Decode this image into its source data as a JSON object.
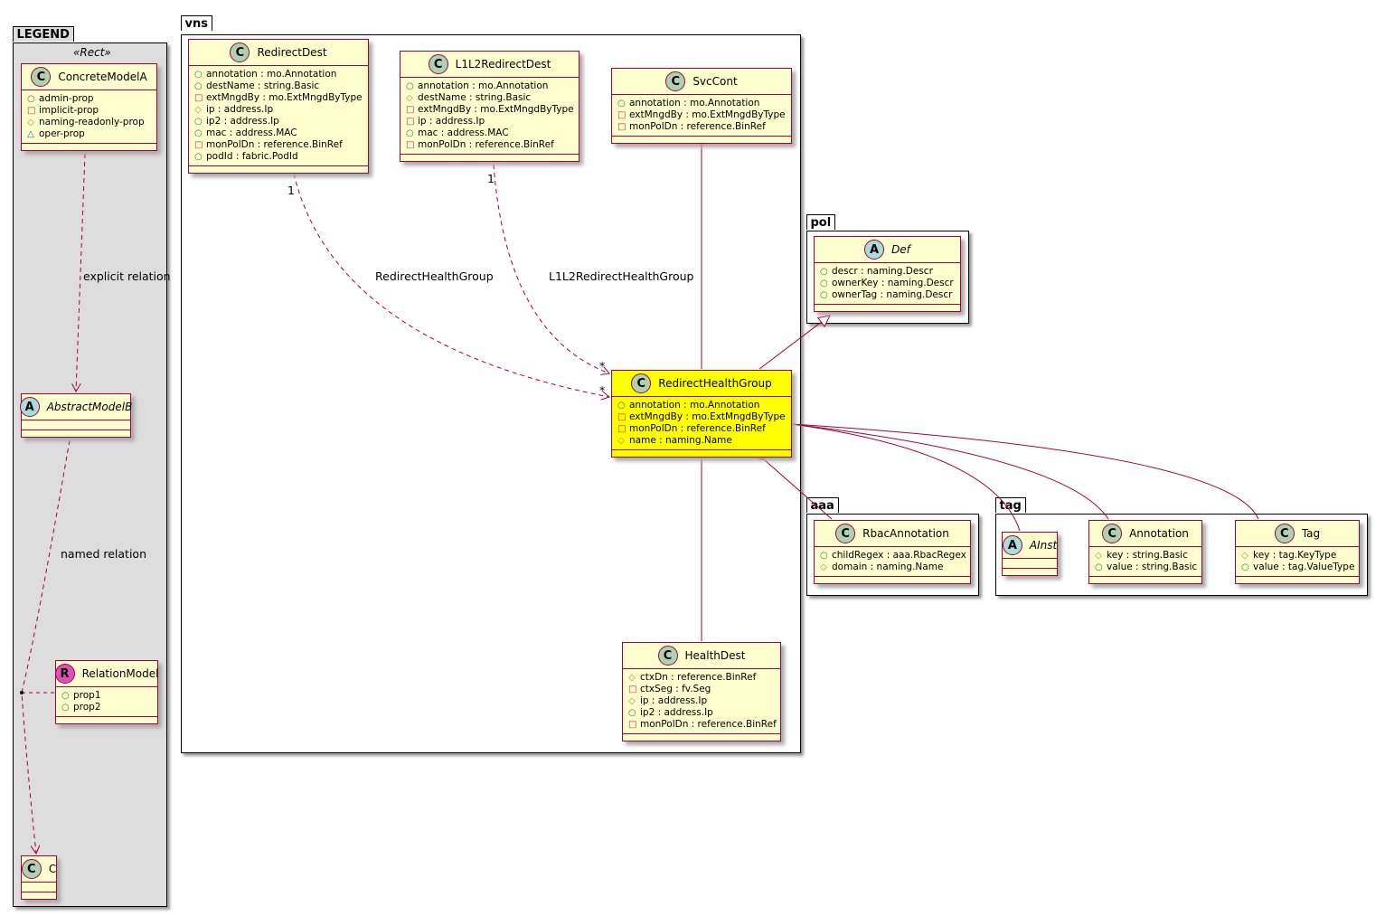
{
  "packages": {
    "legend": "LEGEND",
    "vns": "vns",
    "pol": "pol",
    "aaa": "aaa",
    "tag": "tag"
  },
  "legend_stereotype": "«Rect»",
  "classes": {
    "ConcreteModelA": {
      "kind": "C",
      "name": "ConcreteModelA",
      "attrs": [
        [
          "+",
          "admin-prop"
        ],
        [
          "-",
          "implicit-prop"
        ],
        [
          "#",
          "naming-readonly-prop"
        ],
        [
          "~",
          "oper-prop"
        ]
      ]
    },
    "AbstractModelB": {
      "kind": "A",
      "name": "AbstractModelB",
      "attrs": []
    },
    "RelationModel": {
      "kind": "R",
      "name": "RelationModel",
      "attrs": [
        [
          "+",
          "prop1"
        ],
        [
          "+",
          "prop2"
        ]
      ]
    },
    "C": {
      "kind": "C",
      "name": "C",
      "attrs": []
    },
    "RedirectDest": {
      "kind": "C",
      "name": "RedirectDest",
      "attrs": [
        [
          "+",
          "annotation : mo.Annotation"
        ],
        [
          "+",
          "destName : string.Basic"
        ],
        [
          "-",
          "extMngdBy : mo.ExtMngdByType"
        ],
        [
          "#",
          "ip : address.Ip"
        ],
        [
          "+",
          "ip2 : address.Ip"
        ],
        [
          "+",
          "mac : address.MAC"
        ],
        [
          "-",
          "monPolDn : reference.BinRef"
        ],
        [
          "+",
          "podId : fabric.PodId"
        ]
      ]
    },
    "L1L2RedirectDest": {
      "kind": "C",
      "name": "L1L2RedirectDest",
      "attrs": [
        [
          "+",
          "annotation : mo.Annotation"
        ],
        [
          "#",
          "destName : string.Basic"
        ],
        [
          "-",
          "extMngdBy : mo.ExtMngdByType"
        ],
        [
          "-",
          "ip : address.Ip"
        ],
        [
          "+",
          "mac : address.MAC"
        ],
        [
          "-",
          "monPolDn : reference.BinRef"
        ]
      ]
    },
    "SvcCont": {
      "kind": "C",
      "name": "SvcCont",
      "attrs": [
        [
          "+",
          "annotation : mo.Annotation"
        ],
        [
          "-",
          "extMngdBy : mo.ExtMngdByType"
        ],
        [
          "-",
          "monPolDn : reference.BinRef"
        ]
      ]
    },
    "RedirectHealthGroup": {
      "kind": "C",
      "name": "RedirectHealthGroup",
      "highlight": true,
      "attrs": [
        [
          "+",
          "annotation : mo.Annotation"
        ],
        [
          "-",
          "extMngdBy : mo.ExtMngdByType"
        ],
        [
          "-",
          "monPolDn : reference.BinRef"
        ],
        [
          "#",
          "name : naming.Name"
        ]
      ]
    },
    "HealthDest": {
      "kind": "C",
      "name": "HealthDest",
      "attrs": [
        [
          "#",
          "ctxDn : reference.BinRef"
        ],
        [
          "-",
          "ctxSeg : fv.Seg"
        ],
        [
          "#",
          "ip : address.Ip"
        ],
        [
          "+",
          "ip2 : address.Ip"
        ],
        [
          "-",
          "monPolDn : reference.BinRef"
        ]
      ]
    },
    "Def": {
      "kind": "A",
      "name": "Def",
      "attrs": [
        [
          "+",
          "descr : naming.Descr"
        ],
        [
          "+",
          "ownerKey : naming.Descr"
        ],
        [
          "+",
          "ownerTag : naming.Descr"
        ]
      ]
    },
    "RbacAnnotation": {
      "kind": "C",
      "name": "RbacAnnotation",
      "attrs": [
        [
          "+",
          "childRegex : aaa.RbacRegex"
        ],
        [
          "#",
          "domain : naming.Name"
        ]
      ]
    },
    "AInst": {
      "kind": "A",
      "name": "AInst",
      "attrs": []
    },
    "Annotation": {
      "kind": "C",
      "name": "Annotation",
      "attrs": [
        [
          "#",
          "key : string.Basic"
        ],
        [
          "+",
          "value : string.Basic"
        ]
      ]
    },
    "Tag": {
      "kind": "C",
      "name": "Tag",
      "attrs": [
        [
          "#",
          "key : tag.KeyType"
        ],
        [
          "+",
          "value : tag.ValueType"
        ]
      ]
    }
  },
  "labels": {
    "explicit": "explicit relation",
    "named": "named relation",
    "rhg": "RedirectHealthGroup",
    "l1l2": "L1L2RedirectHealthGroup",
    "one_a": "1",
    "one_b": "1",
    "star_a": "*",
    "star_b": "*"
  },
  "colors": {
    "border": "#a80036",
    "classBg": "#fefece",
    "highlight": "#ffff00",
    "legendBg": "#dddddd"
  }
}
